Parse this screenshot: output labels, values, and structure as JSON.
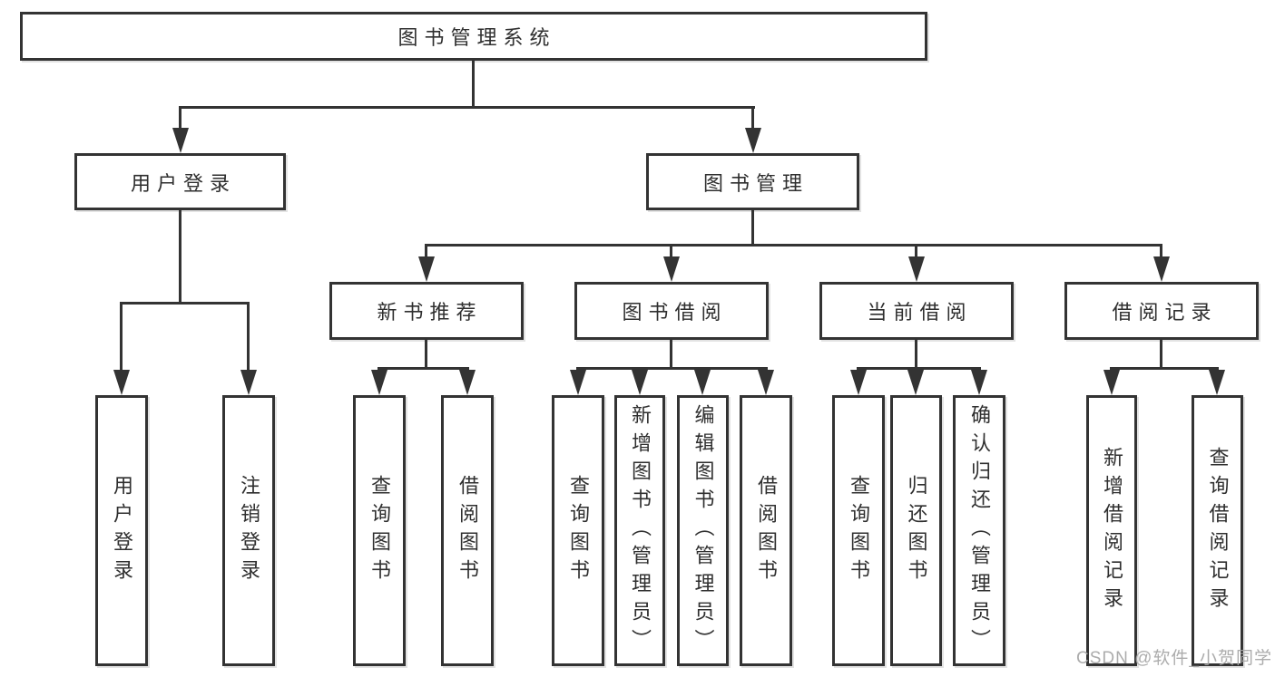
{
  "diagram": {
    "root": "图书管理系统",
    "level2": {
      "user": "用户登录",
      "book": "图书管理"
    },
    "modules": {
      "new_book": "新书推荐",
      "borrow": "图书借阅",
      "current": "当前借阅",
      "records": "借阅记录"
    },
    "leaves": {
      "user_login": "用户登录",
      "logout": "注销登录",
      "nb_query": "查询图书",
      "nb_borrow": "借阅图书",
      "bb_query": "查询图书",
      "bb_add": "新增图书（管理员）",
      "bb_edit": "编辑图书（管理员）",
      "bb_borrow": "借阅图书",
      "cur_query": "查询图书",
      "cur_return": "归还图书",
      "cur_confirm": "确认归还（管理员）",
      "rec_add": "新增借阅记录",
      "rec_query": "查询借阅记录"
    },
    "colors": {
      "line": "#333333",
      "text": "#2f2f2f",
      "watermark": "#a5a5a5",
      "background": "#ffffff"
    }
  },
  "watermark": "CSDN @软件_小贺同学"
}
